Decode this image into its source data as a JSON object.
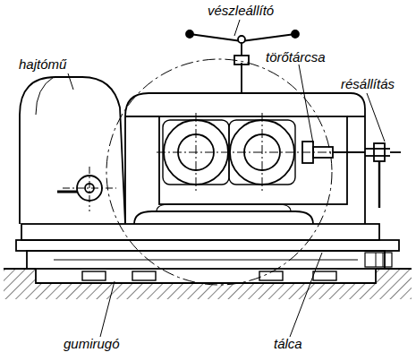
{
  "diagram": {
    "labels": [
      "vészleállító",
      "hajtómű",
      "törőtárcsa",
      "résállítás",
      "gumirugó",
      "tálca"
    ]
  }
}
